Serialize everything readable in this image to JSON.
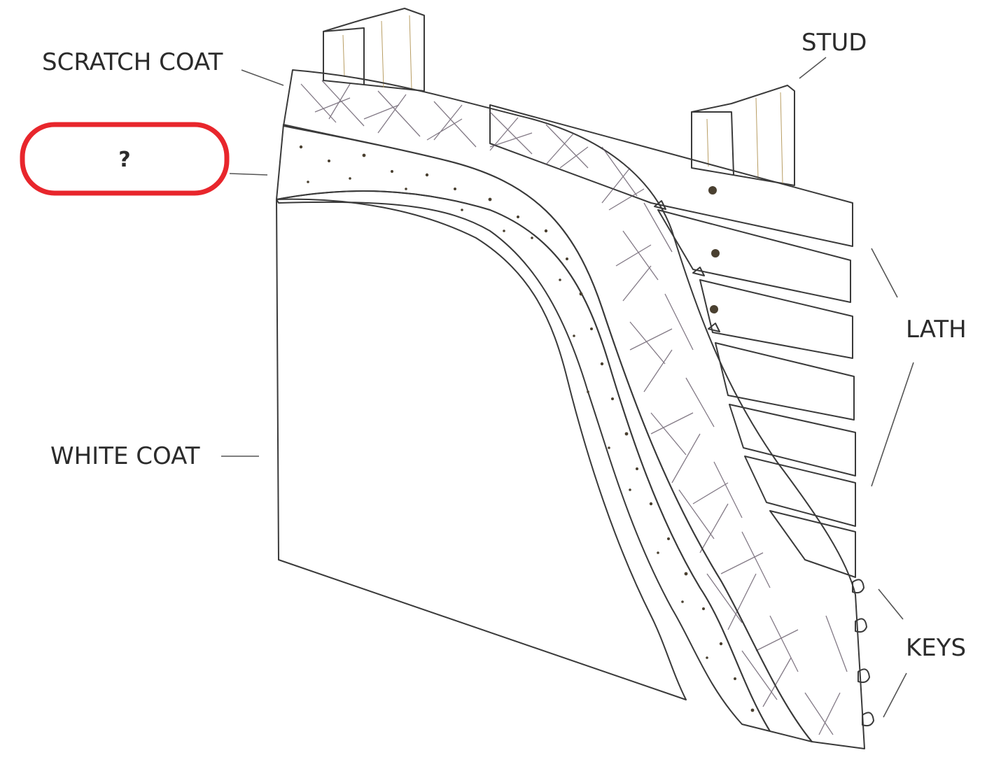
{
  "labels": {
    "scratch_coat": "SCRATCH COAT",
    "unknown": "?",
    "white_coat": "WHITE COAT",
    "stud": "STUD",
    "lath": "LATH",
    "keys": "KEYS"
  },
  "colors": {
    "wood": "#F3DFA6",
    "wood_dark": "#E6C98A",
    "scratch_coat": "#E9DCE3",
    "brown_coat": "#F0E6C2",
    "white_coat": "#FFFFFF",
    "highlight": "#E8262C",
    "text": "#2B2B2B"
  }
}
